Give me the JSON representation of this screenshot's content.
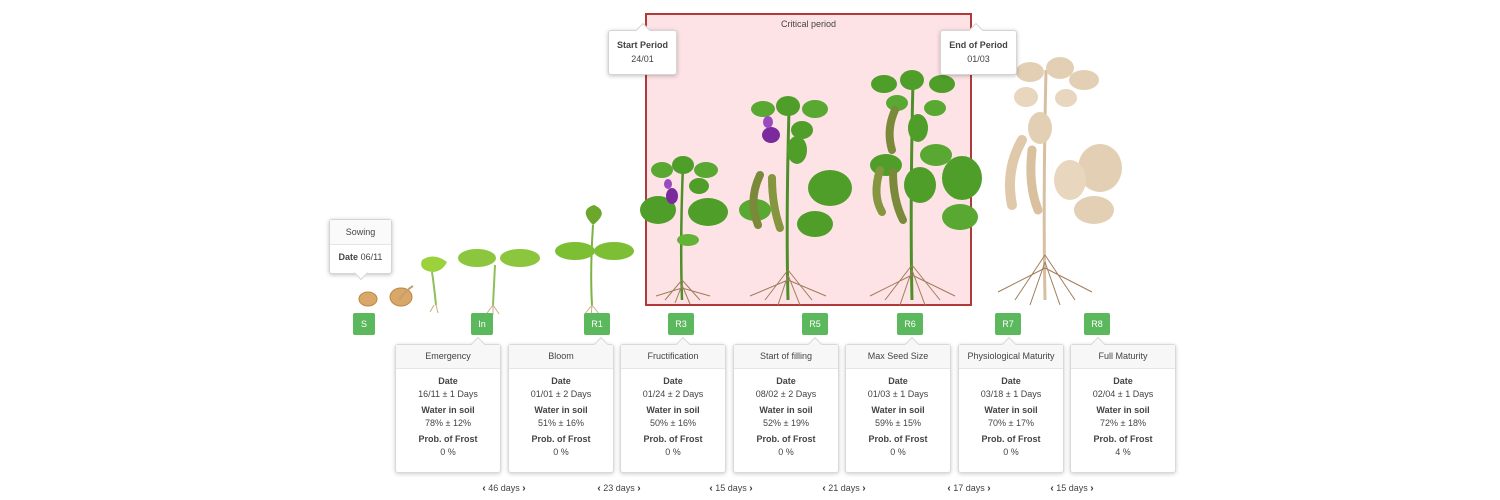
{
  "critical_period": {
    "label": "Critical period",
    "start": {
      "title": "Start Period",
      "date": "24/01"
    },
    "end": {
      "title": "End of Period",
      "date": "01/03"
    }
  },
  "sowing": {
    "title": "Sowing",
    "date_label": "Date",
    "date": "06/11"
  },
  "labels": {
    "date": "Date",
    "water": "Water in soil",
    "frost": "Prob. of Frost"
  },
  "badges": [
    "S",
    "In",
    "R1",
    "R3",
    "R5",
    "R6",
    "R7",
    "R8"
  ],
  "stages": [
    {
      "name": "Emergency",
      "date": "16/11 ± 1 Days",
      "water": "78% ± 12%",
      "frost": "0 %"
    },
    {
      "name": "Bloom",
      "date": "01/01 ± 2 Days",
      "water": "51% ± 16%",
      "frost": "0 %"
    },
    {
      "name": "Fructification",
      "date": "01/24 ± 2 Days",
      "water": "50% ± 16%",
      "frost": "0 %"
    },
    {
      "name": "Start of filling",
      "date": "08/02 ± 2 Days",
      "water": "52% ± 19%",
      "frost": "0 %"
    },
    {
      "name": "Max Seed Size",
      "date": "01/03 ± 1 Days",
      "water": "59% ± 15%",
      "frost": "0 %"
    },
    {
      "name": "Physiological Maturity",
      "date": "03/18 ± 1 Days",
      "water": "70% ± 17%",
      "frost": "0 %"
    },
    {
      "name": "Full Maturity",
      "date": "02/04 ± 1 Days",
      "water": "72% ± 18%",
      "frost": "4 %"
    }
  ],
  "intervals": [
    "46 days",
    "23 days",
    "15 days",
    "21 days",
    "17 days",
    "15 days"
  ],
  "colors": {
    "badge": "#5cb85c",
    "critical_fill": "#fde3e6",
    "critical_border": "#b03a3a",
    "leaf": "#4f9e2a",
    "flower": "#7a2a9a",
    "dry_plant": "#e3cfb4"
  },
  "icons": {
    "interval_prev": "chevron-left-icon",
    "interval_next": "chevron-right-icon"
  }
}
